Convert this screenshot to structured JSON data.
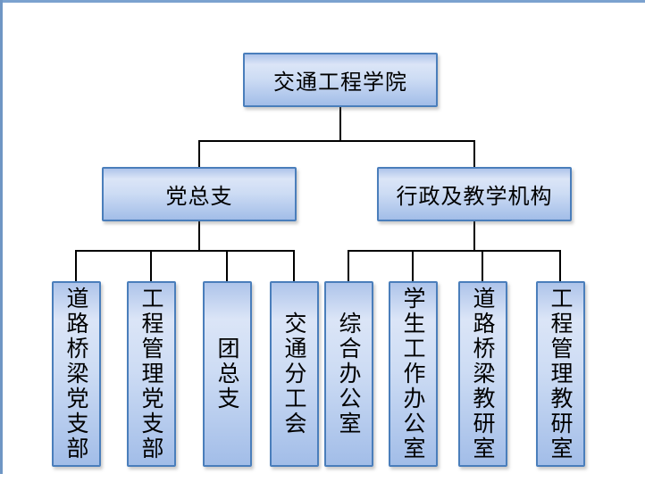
{
  "org": {
    "root": "交通工程学院",
    "branches": [
      {
        "label": "党总支",
        "children": [
          "道路桥梁党支部",
          "工程管理党支部",
          "团总支",
          "交通分工会"
        ]
      },
      {
        "label": "行政及教学机构",
        "children": [
          "综合办公室",
          "学生工作办公室",
          "道路桥梁教研室",
          "工程管理教研室"
        ]
      }
    ]
  },
  "colors": {
    "node_border": "#4a7ebb",
    "node_fill_light": "#dbe5f7",
    "node_fill_dark": "#a2bde8",
    "connector": "#000000",
    "page_frame": "#7ba2cf",
    "text": "#000000"
  }
}
